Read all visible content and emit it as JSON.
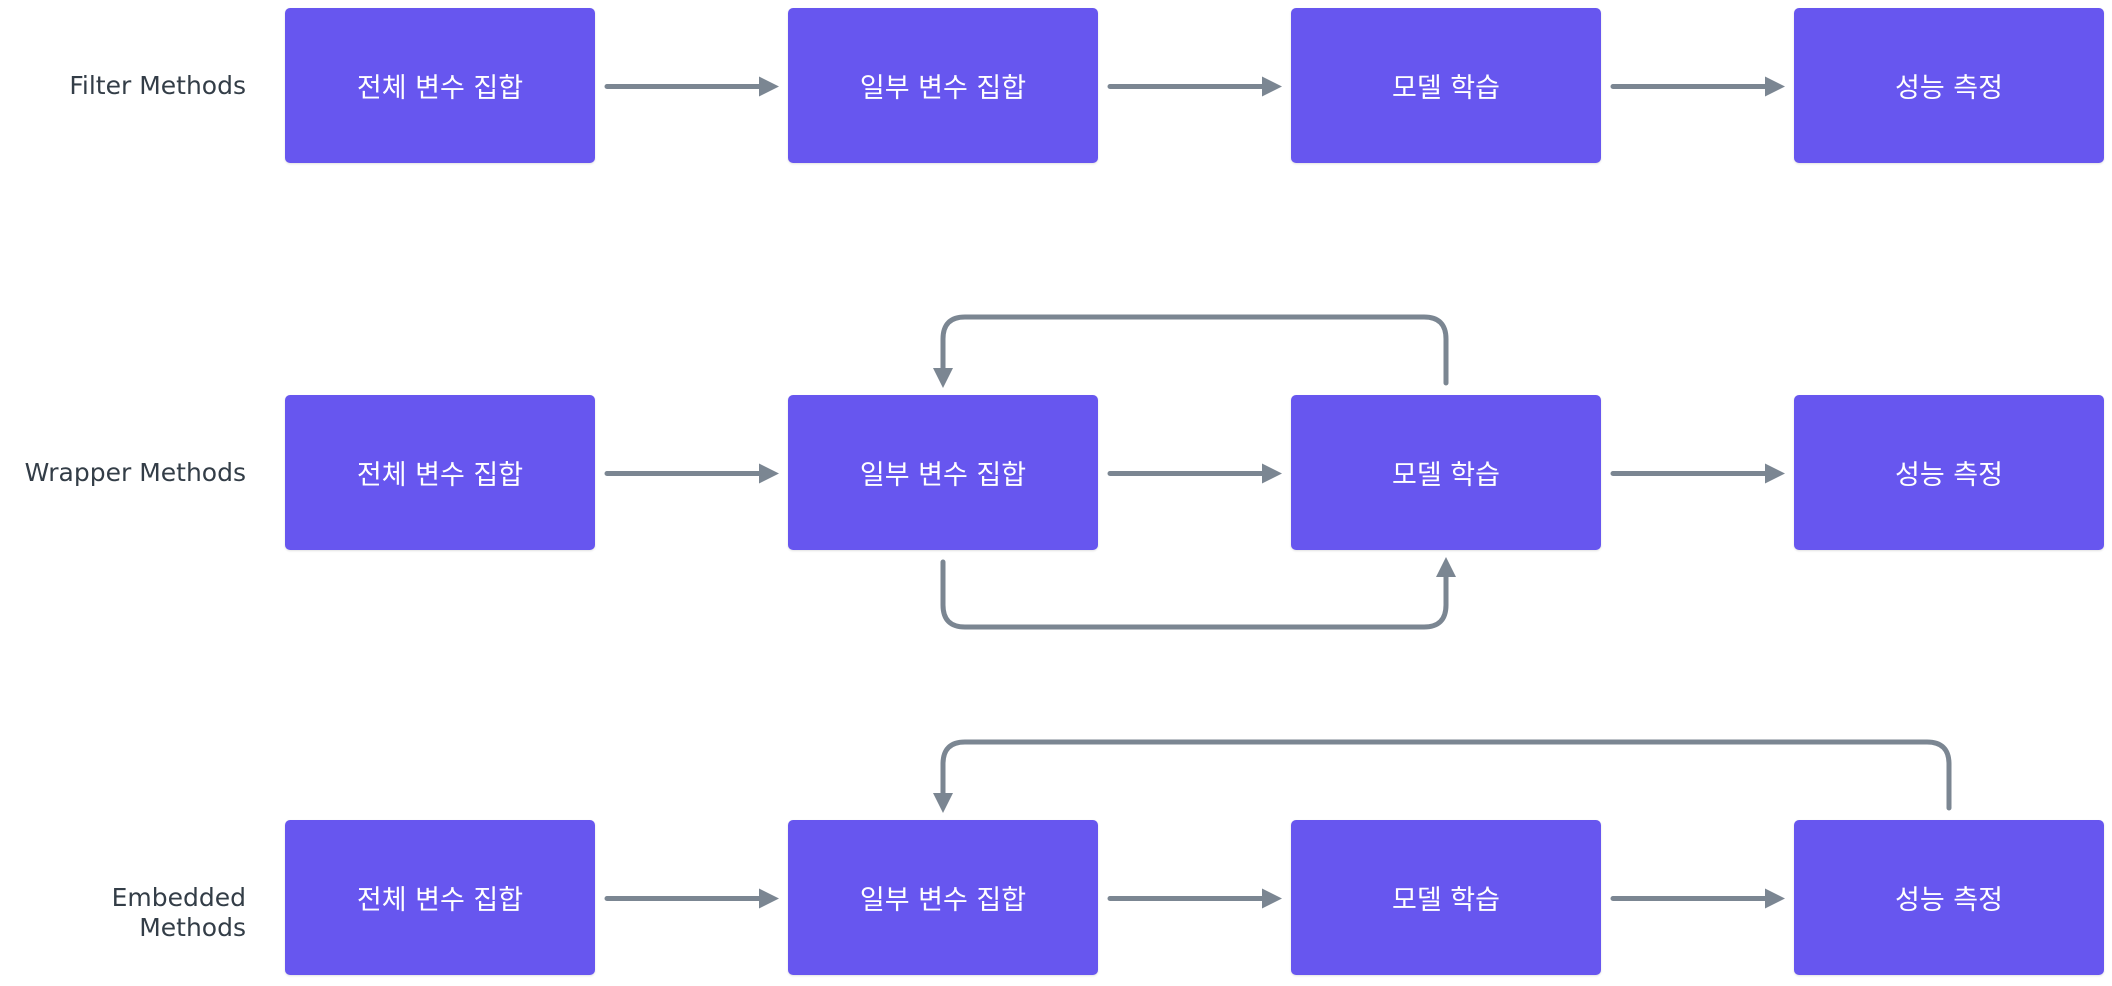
{
  "diagram": {
    "rows": [
      {
        "label": "Filter Methods",
        "steps": [
          "전체 변수 집합",
          "일부 변수 집합",
          "모델 학습",
          "성능 측정"
        ],
        "feedback": []
      },
      {
        "label": "Wrapper Methods",
        "steps": [
          "전체 변수 집합",
          "일부 변수 집합",
          "모델 학습",
          "성능 측정"
        ],
        "feedback": [
          {
            "from": 2,
            "to": 1,
            "side": "top"
          },
          {
            "from": 1,
            "to": 2,
            "side": "bottom"
          }
        ]
      },
      {
        "label": "Embedded Methods",
        "steps": [
          "전체 변수 집합",
          "일부 변수 집합",
          "모델 학습",
          "성능 측정"
        ],
        "feedback": [
          {
            "from": 3,
            "to": 1,
            "side": "top"
          }
        ]
      }
    ],
    "colors": {
      "node_fill": "#6756ef",
      "node_text": "#ffffff",
      "edge": "#7b8692",
      "label_text": "#333d47"
    }
  }
}
